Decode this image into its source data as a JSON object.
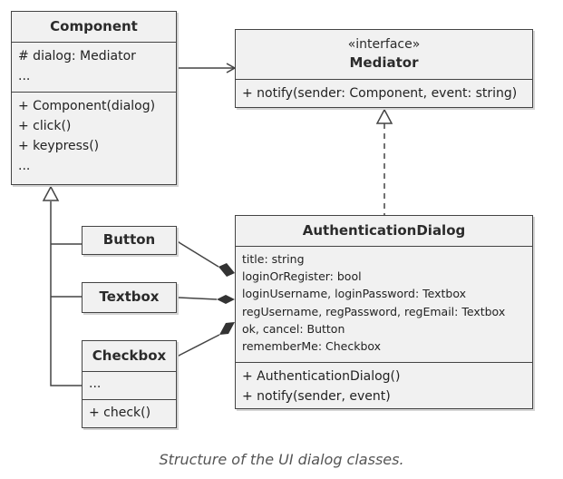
{
  "component": {
    "name": "Component",
    "fields": [
      "# dialog: Mediator",
      "..."
    ],
    "methods": [
      "+ Component(dialog)",
      "+ click()",
      "+ keypress()",
      "..."
    ]
  },
  "mediator": {
    "stereotype": "«interface»",
    "name": "Mediator",
    "methods": [
      "+ notify(sender: Component, event: string)"
    ]
  },
  "button": {
    "name": "Button"
  },
  "textbox": {
    "name": "Textbox"
  },
  "checkbox": {
    "name": "Checkbox",
    "fields": [
      "..."
    ],
    "methods": [
      "+ check()"
    ]
  },
  "auth": {
    "name": "AuthenticationDialog",
    "fields": [
      "title: string",
      "loginOrRegister: bool",
      "loginUsername, loginPassword: Textbox",
      "regUsername, regPassword, regEmail: Textbox",
      "ok, cancel: Button",
      "rememberMe: Checkbox"
    ],
    "methods": [
      "+ AuthenticationDialog()",
      "+ notify(sender, event)"
    ]
  },
  "caption": "Structure of the UI dialog classes."
}
